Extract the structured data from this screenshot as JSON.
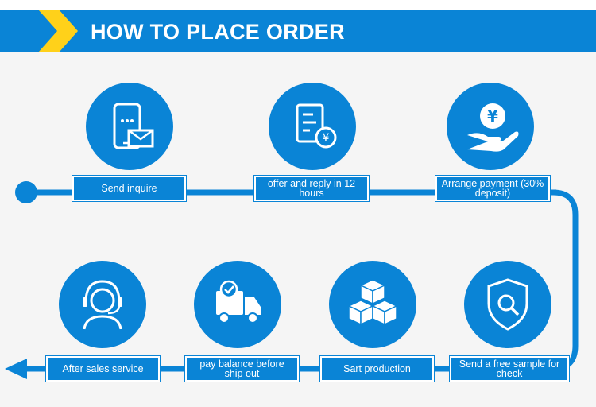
{
  "header": {
    "title": "HOW TO PLACE ORDER"
  },
  "steps": [
    {
      "label": "Send inquire",
      "icon": "phone-mail-icon"
    },
    {
      "label": "offer and reply in 12 hours",
      "icon": "document-yuan-icon"
    },
    {
      "label": "Arrange payment (30% deposit)",
      "icon": "hand-coin-icon"
    },
    {
      "label": "Send a free sample for check",
      "icon": "shield-search-icon"
    },
    {
      "label": "Sart production",
      "icon": "boxes-icon"
    },
    {
      "label": "pay balance before ship out",
      "icon": "truck-check-icon"
    },
    {
      "label": "After sales service",
      "icon": "headset-icon"
    }
  ],
  "colors": {
    "accent": "#0a84d6",
    "chevron": "#ffd11a",
    "background": "#f5f5f5"
  }
}
